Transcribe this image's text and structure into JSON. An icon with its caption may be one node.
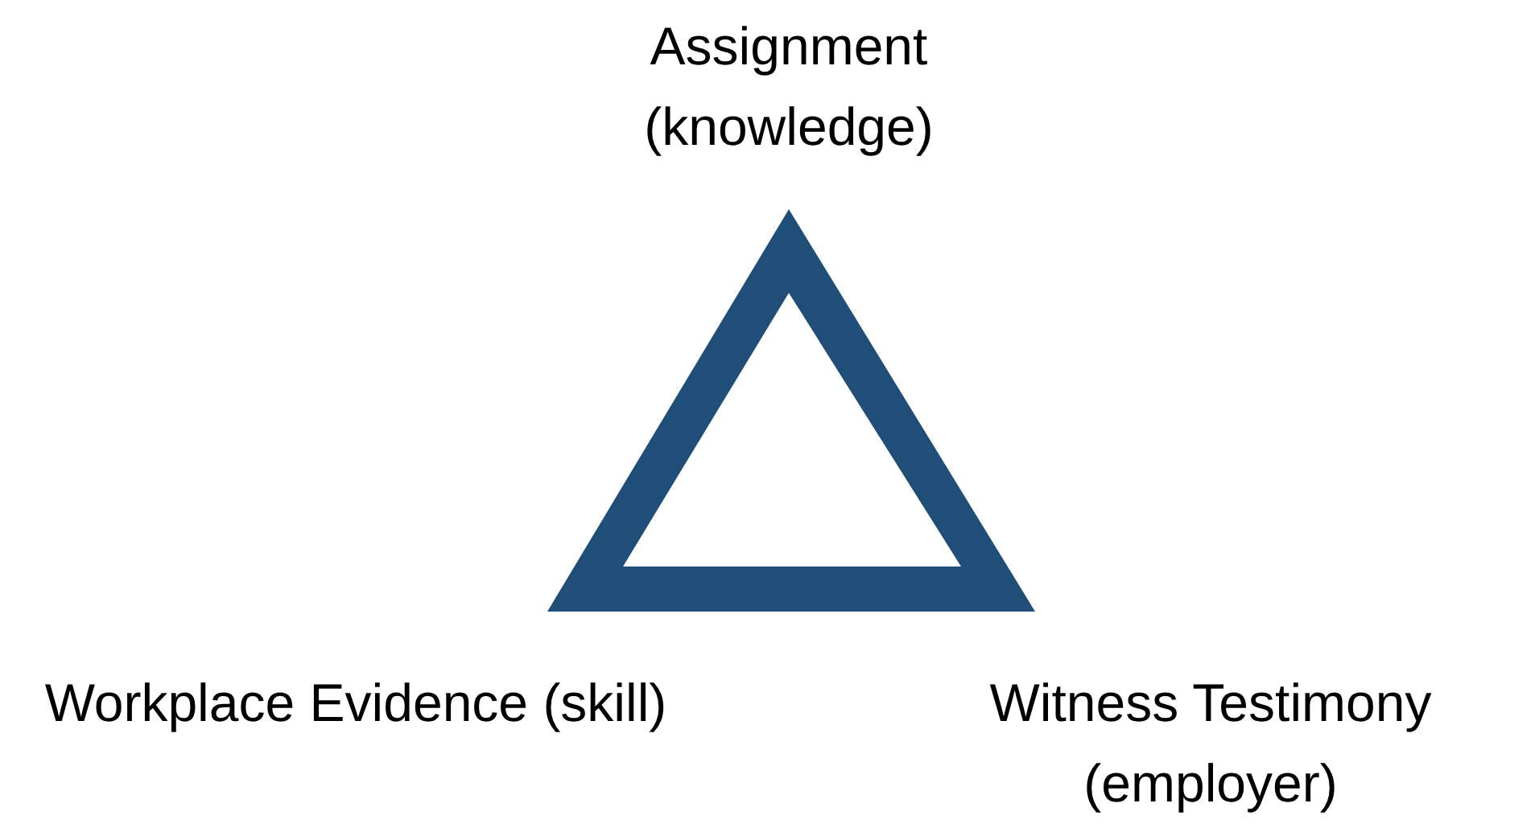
{
  "diagram": {
    "labels": [
      "Assignment (knowledge)",
      "Workplace Evidence (skill)",
      "Witness Testimony (employer)"
    ]
  }
}
